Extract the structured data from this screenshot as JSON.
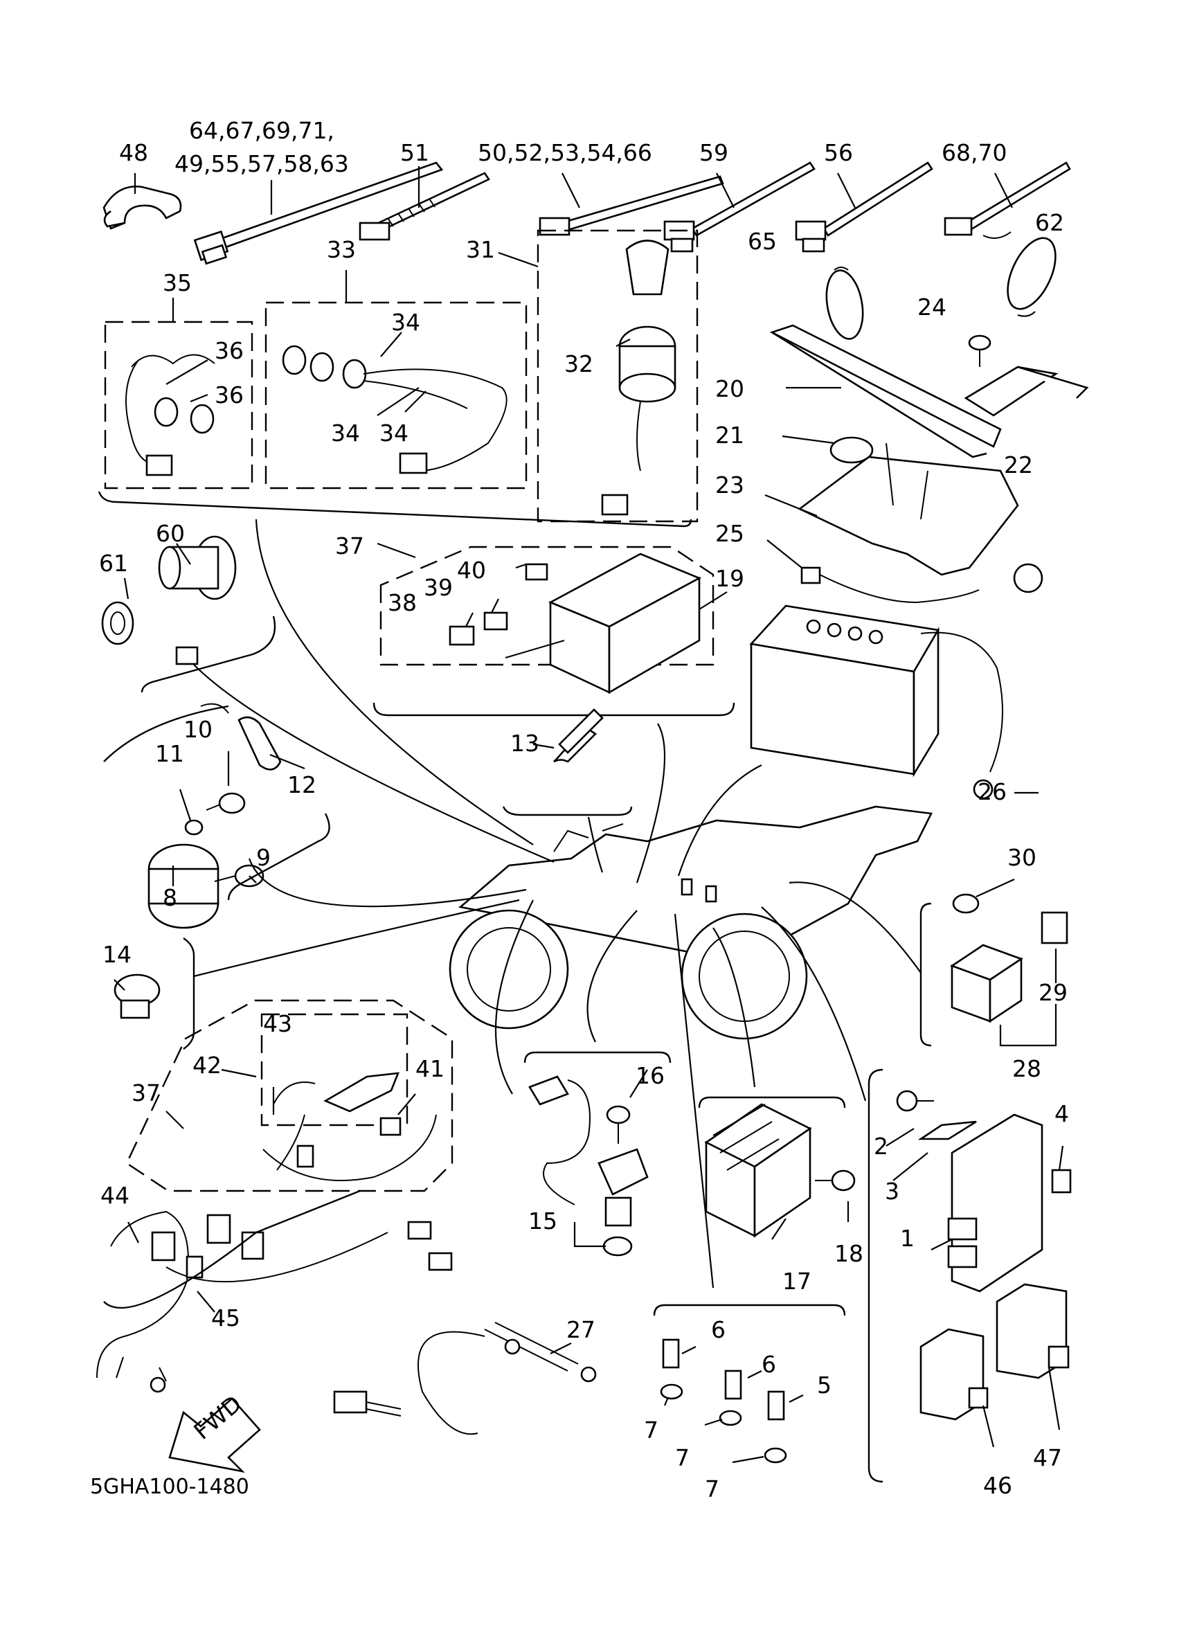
{
  "drawing_code": "5GHA100-1480",
  "fwd_label": "FWD",
  "callouts": {
    "c1": "1",
    "c2": "2",
    "c3": "3",
    "c4": "4",
    "c5": "5",
    "c6a": "6",
    "c6b": "6",
    "c7a": "7",
    "c7b": "7",
    "c7c": "7",
    "c8": "8",
    "c9": "9",
    "c10": "10",
    "c11": "11",
    "c12": "12",
    "c13": "13",
    "c14": "14",
    "c15": "15",
    "c16": "16",
    "c17": "17",
    "c18": "18",
    "c19": "19",
    "c20": "20",
    "c21": "21",
    "c22": "22",
    "c23": "23",
    "c24": "24",
    "c25": "25",
    "c26": "26",
    "c27": "27",
    "c28": "28",
    "c29": "29",
    "c30": "30",
    "c31": "31",
    "c32": "32",
    "c33": "33",
    "c34a": "34",
    "c34b": "34",
    "c34c": "34",
    "c35": "35",
    "c36a": "36",
    "c36b": "36",
    "c37a": "37",
    "c37b": "37",
    "c38": "38",
    "c39": "39",
    "c40": "40",
    "c41": "41",
    "c42": "42",
    "c43": "43",
    "c44": "44",
    "c45": "45",
    "c46": "46",
    "c47": "47",
    "c48": "48",
    "c51": "51",
    "c56": "56",
    "c59": "59",
    "c60": "60",
    "c61": "61",
    "c62": "62",
    "c65": "65",
    "band_a_line1": "64,67,69,71,",
    "band_a_line2": "49,55,57,58,63",
    "band_b": "50,52,53,54,66",
    "band_c": "68,70"
  }
}
